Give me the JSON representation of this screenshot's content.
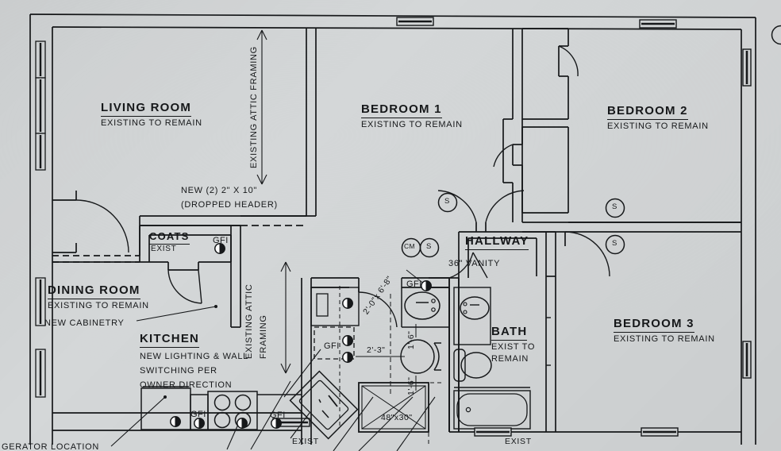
{
  "document": {
    "type": "architectural-floor-plan",
    "sheet_background": "#d4d7d8",
    "ink_color": "#16181a"
  },
  "rooms": [
    {
      "id": "living-room",
      "name": "LIVING ROOM",
      "sub": "EXISTING TO REMAIN"
    },
    {
      "id": "bedroom-1",
      "name": "BEDROOM 1",
      "sub": "EXISTING TO REMAIN"
    },
    {
      "id": "bedroom-2",
      "name": "BEDROOM 2",
      "sub": "EXISTING TO REMAIN"
    },
    {
      "id": "bedroom-3",
      "name": "BEDROOM 3",
      "sub": "EXISTING TO REMAIN"
    },
    {
      "id": "dining-room",
      "name": "DINING ROOM",
      "sub": "EXISTING TO REMAIN"
    },
    {
      "id": "bath",
      "name": "BATH",
      "sub": "EXIST TO REMAIN"
    },
    {
      "id": "hallway",
      "name": "HALLWAY",
      "sub": ""
    },
    {
      "id": "coats",
      "name": "COATS",
      "sub": "EXIST"
    },
    {
      "id": "kitchen",
      "name": "KITCHEN",
      "sub": ""
    }
  ],
  "notes": {
    "attic_framing_living": "EXISTING ATTIC FRAMING",
    "attic_framing_kitchen_l1": "EXISTING ATTIC",
    "attic_framing_kitchen_l2": "FRAMING",
    "dropped_header_l1": "NEW (2) 2\" X 10\"",
    "dropped_header_l2": "(DROPPED HEADER)",
    "new_cabinetry": "NEW CABINETRY",
    "kitchen_l1": "NEW LIGHTING & WALL",
    "kitchen_l2": "SWITCHING PER",
    "kitchen_l3": "OWNER DIRECTION",
    "vanity": "36\" VANITY",
    "refrigerator": "GERATOR LOCATION"
  },
  "dimensions": {
    "door_2068": "2'-0\"x 6'-8\"",
    "counter_clear": "2'-3\"",
    "wc_clear_top": "1'-6\"",
    "wc_clear_bottom": "1'-6\"",
    "shower": "48\"x30\""
  },
  "tags": {
    "exist_window_kitchen": "EXIST",
    "exist_window_bath": "EXIST"
  },
  "devices": {
    "gfi_label": "GFI",
    "gfi_partial_label": "GFI",
    "switch_label": "S",
    "co_detector_label": "CM",
    "gfi_outlets": [
      {
        "id": "gfi-coats",
        "label": "GFI"
      },
      {
        "id": "gfi-counter-left",
        "label": "GFI"
      },
      {
        "id": "gfi-counter-mid",
        "label": "GFI"
      },
      {
        "id": "gfi-range-wall",
        "label": "GFI"
      },
      {
        "id": "gfi-halfbath",
        "label": "GFI"
      }
    ],
    "switches": [
      {
        "id": "switch-bedroom-1"
      },
      {
        "id": "switch-bedroom-2"
      },
      {
        "id": "switch-hallway"
      },
      {
        "id": "switch-bedroom-3"
      }
    ]
  }
}
